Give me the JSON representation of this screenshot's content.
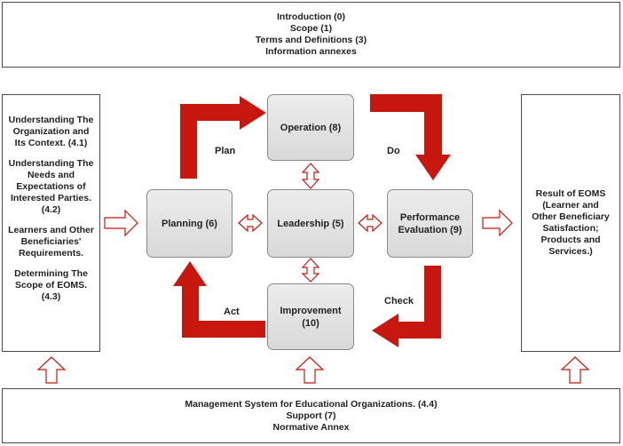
{
  "top_box": {
    "lines": [
      "Introduction (0)",
      "Scope (1)",
      "Terms and Definitions (3)",
      "Information annexes"
    ]
  },
  "left_box": {
    "paragraphs": [
      "Understanding The Organization and Its Context. (4.1)",
      "Understanding The Needs and Expectations of Interested Parties. (4.2)",
      "Learners and Other Beneficiaries' Requirements.",
      "Determining The Scope of EOMS. (4.3)"
    ]
  },
  "right_box": {
    "text": "Result of EOMS (Learner and Other Beneficiary Satisfaction; Products and Services.)"
  },
  "bottom_box": {
    "lines": [
      "Management System for Educational Organizations.  (4.4)",
      "Support (7)",
      "Normative Annex"
    ]
  },
  "nodes": {
    "operation": "Operation (8)",
    "planning": "Planning (6)",
    "leadership": "Leadership (5)",
    "performance_line1": "Performance",
    "performance_line2": "Evaluation (9)",
    "improvement_line1": "Improvement",
    "improvement_line2": "(10)"
  },
  "cycle_labels": {
    "plan": "Plan",
    "do": "Do",
    "check": "Check",
    "act": "Act"
  },
  "colors": {
    "cycle_arrow": "#c8170f",
    "outline_arrow": "#c8170f",
    "node_fill": "#e3e3e3",
    "border": "#4a4a4a"
  }
}
